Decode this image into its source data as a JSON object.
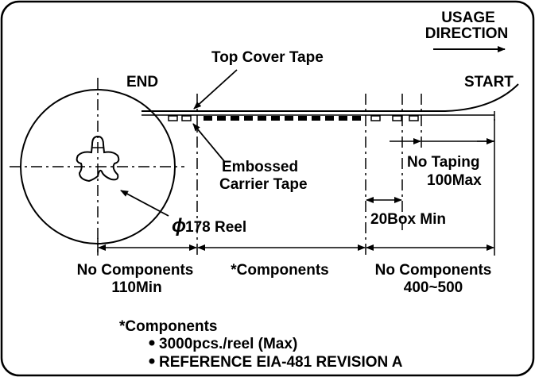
{
  "diagram": {
    "usage_direction_line1": "USAGE",
    "usage_direction_line2": "DIRECTION",
    "top_cover_tape": "Top Cover Tape",
    "end": "END",
    "start": "START",
    "embossed_line1": "Embossed",
    "embossed_line2": "Carrier Tape",
    "no_taping_line1": "No Taping",
    "no_taping_line2": "100Max",
    "reel_symbol": "ϕ",
    "reel_label": "178 Reel",
    "box_min": "20Box Min",
    "seg_left_line1": "No Components",
    "seg_left_line2": "110Min",
    "seg_mid": "*Components",
    "seg_right_line1": "No Components",
    "seg_right_line2": "400~500",
    "notes_heading": "*Components",
    "note_1": "3000pcs./reel (Max)",
    "note_2": "REFERENCE EIA-481 REVISION A"
  }
}
